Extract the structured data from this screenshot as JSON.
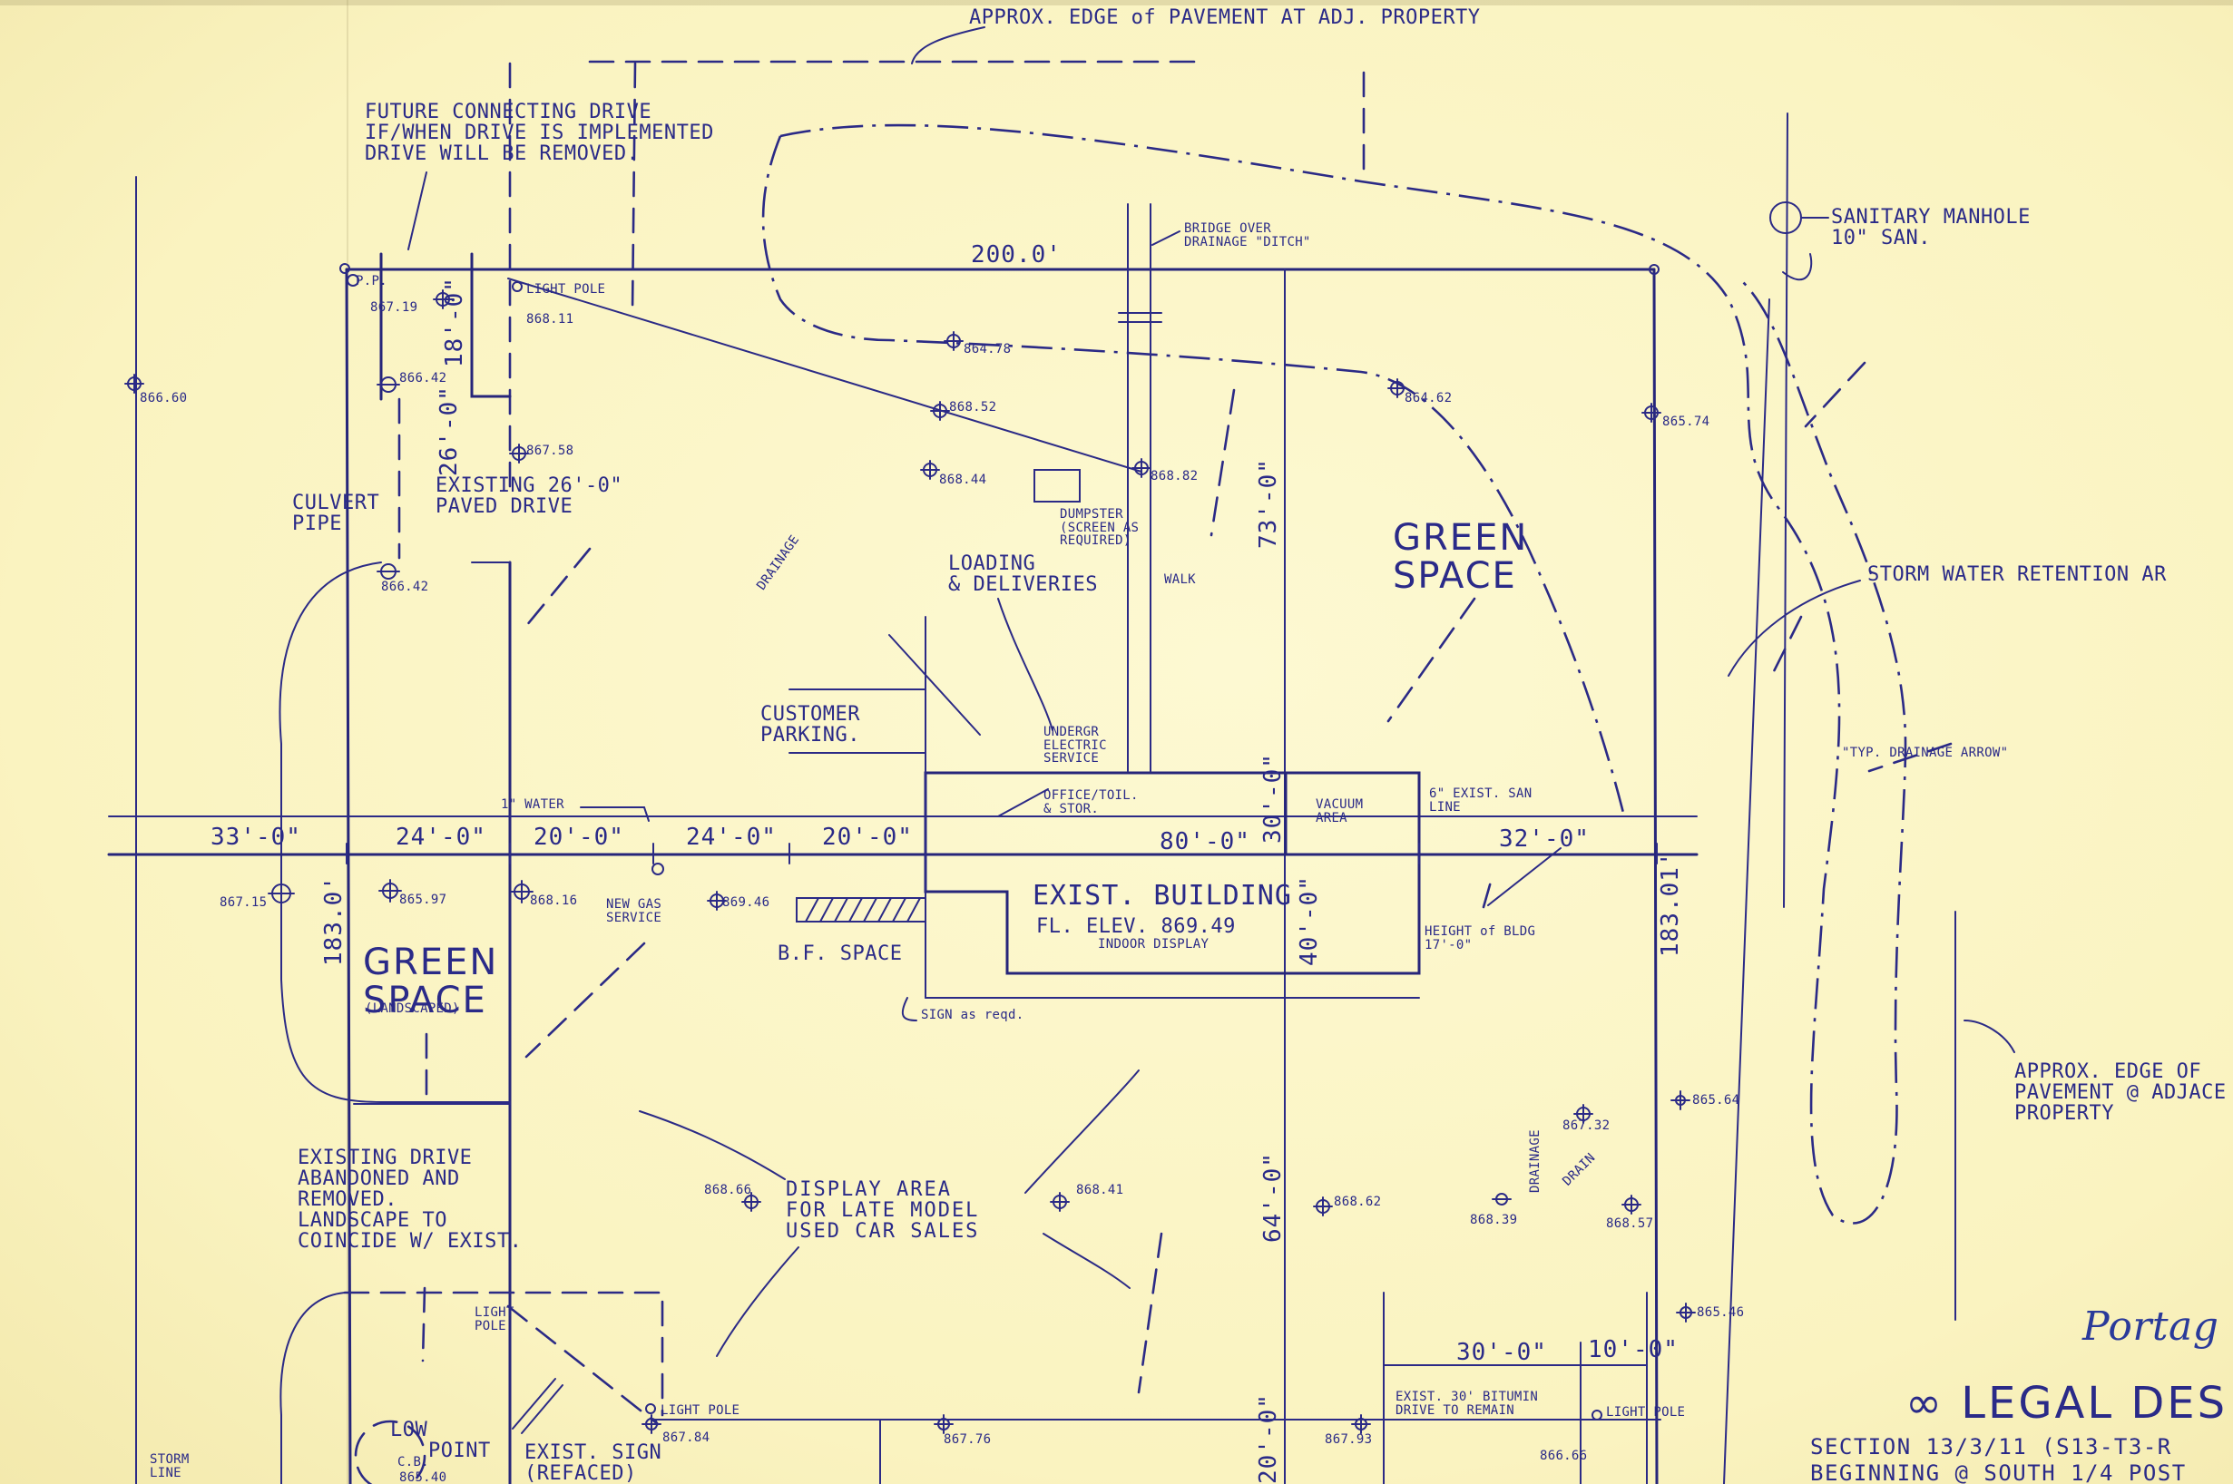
{
  "notes": {
    "edge_adj_property": "APPROX. EDGE of PAVEMENT AT ADJ. PROPERTY",
    "future_drive_1": "FUTURE CONNECTING DRIVE",
    "future_drive_2": "IF/WHEN DRIVE IS IMPLEMENTED",
    "future_drive_3": "DRIVE WILL BE REMOVED.",
    "bridge_1": "BRIDGE OVER",
    "bridge_2": "DRAINAGE \"DITCH\"",
    "sanitary_1": "SANITARY MANHOLE",
    "sanitary_2": "10\" SAN.",
    "storm_water": "STORM WATER RETENTION AR",
    "typ_drainage": "\"TYP. DRAINAGE ARROW\"",
    "approx_edge_right_1": "APPROX. EDGE OF",
    "approx_edge_right_2": "PAVEMENT @ ADJACE",
    "approx_edge_right_3": "PROPERTY",
    "light_pole_top": "LIGHT POLE",
    "pp": "P.P.",
    "culvert_1": "CULVERT",
    "culvert_2": "PIPE",
    "existing_drive_1": "EXISTING 26'-0\"",
    "existing_drive_2": "PAVED DRIVE",
    "drainage_diag": "DRAINAGE",
    "dumpster_1": "DUMPSTER",
    "dumpster_2": "(SCREEN AS",
    "dumpster_3": "REQUIRED)",
    "loading_1": "LOADING",
    "loading_2": "& DELIVERIES",
    "walk": "WALK",
    "green_space_top_1": "GREEN",
    "green_space_top_2": "SPACE",
    "customer_1": "CUSTOMER",
    "customer_2": "PARKING.",
    "undergr_1": "UNDERGR",
    "undergr_2": "ELECTRIC",
    "undergr_3": "SERVICE",
    "water": "1\" WATER",
    "office_1": "OFFICE/TOIL.",
    "office_2": "& STOR.",
    "vacuum_1": "VACUUM",
    "vacuum_2": "AREA",
    "exist_san_1": "6\" EXIST. SAN",
    "exist_san_2": "LINE",
    "new_gas_1": "NEW GAS",
    "new_gas_2": "SERVICE",
    "exist_building": "EXIST. BUILDING",
    "fl_elev": "FL. ELEV. 869.49",
    "indoor_display": "INDOOR DISPLAY",
    "bf_space": "B.F. SPACE",
    "sign_reqd": "SIGN as reqd.",
    "height_bldg_1": "HEIGHT of BLDG",
    "height_bldg_2": "17'-0\"",
    "green_space_left_1": "GREEN",
    "green_space_left_2": "SPACE",
    "green_space_left_3": "(LANDSCAPED)",
    "drainage_right": "DRAINAGE",
    "drain": "DRAIN",
    "existing_abandoned_1": "EXISTING DRIVE",
    "existing_abandoned_2": "ABANDONED AND",
    "existing_abandoned_3": "REMOVED.",
    "existing_abandoned_4": "LANDSCAPE TO",
    "existing_abandoned_5": "COINCIDE W/ EXIST.",
    "display_1": "DISPLAY AREA",
    "display_2": "FOR LATE MODEL",
    "display_3": "USED CAR SALES",
    "light_pole_mid_1": "LIGHT",
    "light_pole_mid_2": "POLE",
    "light_pole_bottom": "LIGHT POLE",
    "light_pole_bottom_right": "LIGHT POLE",
    "low_point_1": "LOW",
    "low_point_2": "POINT",
    "cb": "C.B.",
    "cb_elev": "865.40",
    "storm_1": "STORM",
    "storm_2": "LINE",
    "exist_sign_1": "EXIST. SIGN",
    "exist_sign_2": "(REFACED)",
    "exist_bitumin_1": "EXIST. 30' BITUMIN",
    "exist_bitumin_2": "DRIVE TO REMAIN"
  },
  "dimensions": {
    "top_width": "200.0'",
    "drive_18": "18'-0\"",
    "drive_26": "26'-0\"",
    "depth_73": "73'-0\"",
    "d33": "33'-0\"",
    "d24a": "24'-0\"",
    "d20a": "20'-0\"",
    "d24b": "24'-0\"",
    "d20b": "20'-0\"",
    "bldg_80": "80'-0\"",
    "bldg_30": "30'-0\"",
    "d32": "32'-0\"",
    "bldg_40": "40'-0\"",
    "left_183": "183.0'",
    "right_183": "183.01'",
    "depth_64": "64'-0\"",
    "drive_30": "30'-0\"",
    "drive_10": "10'-0\"",
    "bottom_20": "20'-0\""
  },
  "elevations": {
    "e86719": "867.19",
    "e86811": "868.11",
    "e86642a": "866.42",
    "e86660": "866.60",
    "e86758": "867.58",
    "e86642b": "866.42",
    "e86478": "864.78",
    "e86852": "868.52",
    "e86844": "868.44",
    "e86882": "868.82",
    "e86462": "864.62",
    "e86574": "865.74",
    "e86715": "867.15",
    "e86597": "865.97",
    "e86816": "868.16",
    "e86946": "869.46",
    "e86732": "867.32",
    "e86564": "865.64",
    "e86866": "868.66",
    "e86841": "868.41",
    "e86862": "868.62",
    "e86839": "868.39",
    "e86857": "868.57",
    "e86546": "865.46",
    "e86784": "867.84",
    "e86776": "867.76",
    "e86793": "867.93",
    "e86666": "866.66"
  },
  "legal": {
    "title": "∞ LEGAL DES",
    "line1": "SECTION 13/3/11 (S13-T3-R",
    "line2": "BEGINNING @ SOUTH 1/4 POST",
    "signature": "Portag"
  }
}
